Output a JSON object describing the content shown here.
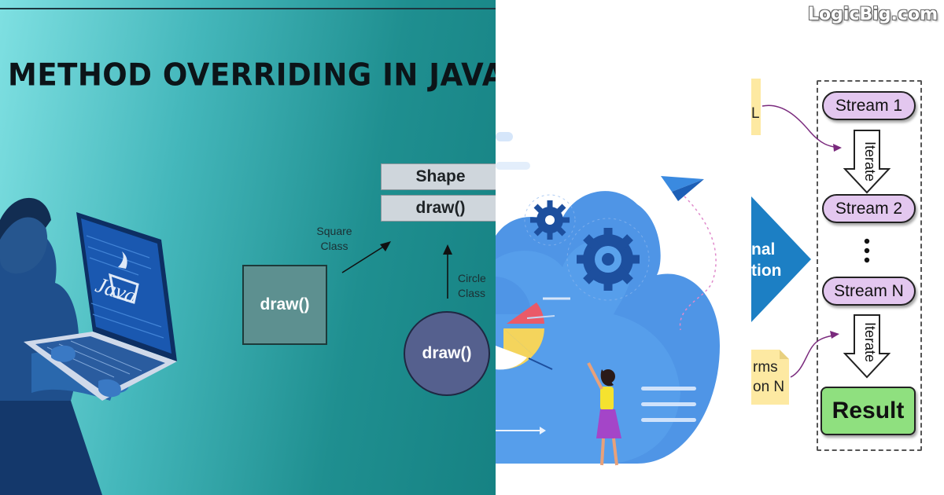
{
  "left": {
    "title": "METHOD OVERRIDING IN JAVA",
    "uml": {
      "class_name": "Shape",
      "method": "draw()"
    },
    "square": {
      "label_line1": "Square",
      "label_line2": "Class",
      "method": "draw()"
    },
    "circle": {
      "label_line1": "Circle",
      "label_line2": "Class",
      "method": "draw()"
    },
    "laptop_text": "Java"
  },
  "right": {
    "logo": "LogicBig.com",
    "streams": [
      "Stream 1",
      "Stream 2",
      "Stream N"
    ],
    "iterate": "Iterate",
    "result": "Result",
    "note_top": "L",
    "partial_label_line1": "nal",
    "partial_label_line2": "tion",
    "note_bottom_line1": "rms",
    "note_bottom_line2": "on N"
  },
  "colors": {
    "teal_dark": "#168283",
    "teal_light": "#7fe0e2",
    "stream_fill": "#e3c7ef",
    "result_fill": "#8fe07f",
    "cloud_blue": "#4f95e6",
    "arrow_blue": "#1c7fc4",
    "note_yellow": "#fde9a2"
  }
}
